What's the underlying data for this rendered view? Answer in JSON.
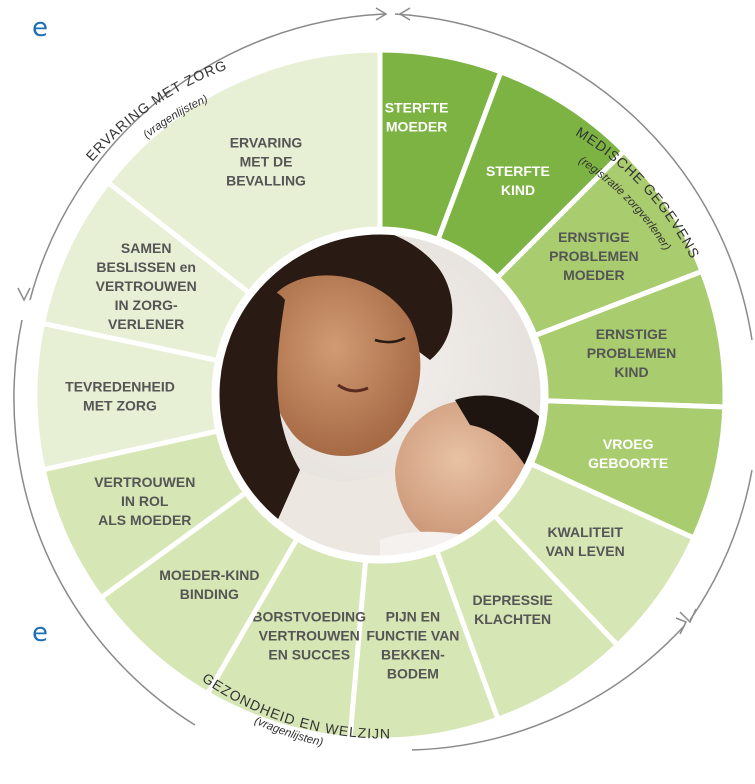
{
  "side_letters": [
    "e",
    "e"
  ],
  "colors": {
    "dark_green": "#7cb342",
    "mid_green": "#a8cc6e",
    "light_green": "#d6e6b5",
    "pale_green": "#e7efd4",
    "text": "#555555",
    "divider": "#ffffff",
    "arc": "#8a8a8a"
  },
  "segments": [
    {
      "id": "sterfte-moeder",
      "lines": [
        "STERFTE",
        "MOEDER"
      ],
      "tone": "dark_green",
      "text_color": "#ffffff"
    },
    {
      "id": "sterfte-kind",
      "lines": [
        "STERFTE",
        "KIND"
      ],
      "tone": "dark_green",
      "text_color": "#ffffff"
    },
    {
      "id": "ernstige-problemen-moeder",
      "lines": [
        "ERNSTIGE",
        "PROBLEMEN",
        "MOEDER"
      ],
      "tone": "mid_green",
      "text_color": "#555555"
    },
    {
      "id": "ernstige-problemen-kind",
      "lines": [
        "ERNSTIGE",
        "PROBLEMEN",
        "KIND"
      ],
      "tone": "mid_green",
      "text_color": "#555555"
    },
    {
      "id": "vroeg-geboorte",
      "lines": [
        "VROEG",
        "GEBOORTE"
      ],
      "tone": "mid_green",
      "text_color": "#ffffff"
    },
    {
      "id": "kwaliteit-van-leven",
      "lines": [
        "KWALITEIT",
        "VAN LEVEN"
      ],
      "tone": "light_green",
      "text_color": "#555555"
    },
    {
      "id": "depressie-klachten",
      "lines": [
        "DEPRESSIE",
        "KLACHTEN"
      ],
      "tone": "light_green",
      "text_color": "#555555"
    },
    {
      "id": "pijn-bekkenbodem",
      "lines": [
        "PIJN EN",
        "FUNCTIE VAN",
        "BEKKEN-",
        "BODEM"
      ],
      "tone": "light_green",
      "text_color": "#555555"
    },
    {
      "id": "borstvoeding",
      "lines": [
        "BORSTVOEDING",
        "VERTROUWEN",
        "EN SUCCES"
      ],
      "tone": "light_green",
      "text_color": "#555555"
    },
    {
      "id": "moeder-kind-binding",
      "lines": [
        "MOEDER-KIND",
        "BINDING"
      ],
      "tone": "light_green",
      "text_color": "#555555"
    },
    {
      "id": "vertrouwen-rol",
      "lines": [
        "VERTROUWEN",
        "IN ROL",
        "ALS MOEDER"
      ],
      "tone": "light_green",
      "text_color": "#555555"
    },
    {
      "id": "tevredenheid",
      "lines": [
        "TEVREDENHEID",
        "MET ZORG"
      ],
      "tone": "pale_green",
      "text_color": "#555555"
    },
    {
      "id": "samen-beslissen",
      "lines": [
        "SAMEN",
        "BESLISSEN en",
        "VERTROUWEN",
        "IN ZORG-",
        "VERLENER"
      ],
      "tone": "pale_green",
      "text_color": "#555555"
    },
    {
      "id": "ervaring-bevalling",
      "lines": [
        "ERVARING",
        "MET DE",
        "BEVALLING"
      ],
      "tone": "pale_green",
      "text_color": "#555555"
    }
  ],
  "categories": {
    "medisch": {
      "title": "MEDISCHE GEGEVENS",
      "subtitle": "(registratie zorgverlener)"
    },
    "gezondheid": {
      "title": "GEZONDHEID EN WELZIJN",
      "subtitle": "(vragenlijsten)"
    },
    "ervaring": {
      "title": "ERVARING MET ZORG",
      "subtitle": "(vragenlijsten)"
    }
  },
  "center_image": {
    "description": "mother-with-newborn-photo"
  }
}
